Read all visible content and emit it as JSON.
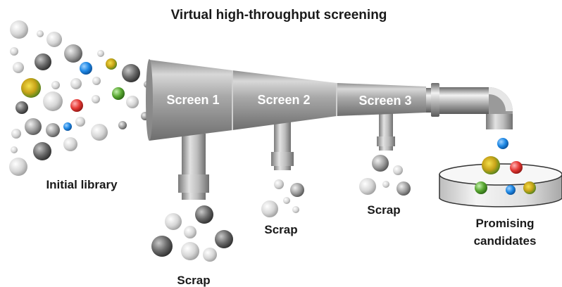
{
  "title": "Virtual high-throughput screening",
  "labels": {
    "library": "Initial library",
    "candidates_line1": "Promising",
    "candidates_line2": "candidates"
  },
  "stages": [
    {
      "label": "Screen 1",
      "output": "Scrap"
    },
    {
      "label": "Screen 2",
      "output": "Scrap"
    },
    {
      "label": "Screen 3",
      "output": "Scrap"
    }
  ],
  "colors": {
    "grey": "#808080",
    "blue": "#1e88e5",
    "green": "#43a047",
    "red": "#e53935",
    "yellow": "#c9b21a",
    "funnel": "#9e9e9e"
  }
}
